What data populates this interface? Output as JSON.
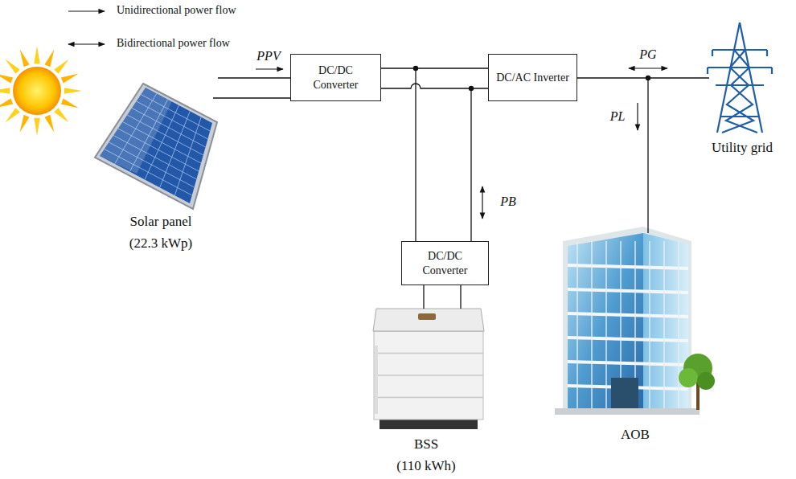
{
  "diagram": {
    "nodes": [
      {
        "text": [
          "Solar panel",
          "(22.3 kWp)"
        ]
      },
      {
        "text": [
          "DC/DC Converter"
        ]
      },
      {
        "text": [
          "DC/AC Inverter"
        ]
      },
      {
        "text": [
          "Utility grid"
        ]
      },
      {
        "text": [
          "DC/DC Converter"
        ]
      },
      {
        "text": [
          "BSS",
          "(110 kWh)"
        ]
      },
      {
        "text": [
          "AOB"
        ]
      }
    ],
    "edges": [
      {
        "from": 0,
        "to": 1,
        "arrow": "none"
      },
      {
        "from": 1,
        "to": 2,
        "arrow": "none"
      },
      {
        "from": 1,
        "to": 4,
        "arrow": "none"
      },
      {
        "from": 2,
        "to": 3,
        "arrow": "none"
      },
      {
        "from": 2,
        "to": 6,
        "arrow": "none"
      },
      {
        "from": 4,
        "to": 5,
        "arrow": "none"
      }
    ],
    "labels": [
      "PPV",
      "PB",
      "PG",
      "PL"
    ],
    "legend": [
      {
        "text": "Unidirectional power flow"
      },
      {
        "text": "Bidirectional power flow"
      }
    ]
  }
}
